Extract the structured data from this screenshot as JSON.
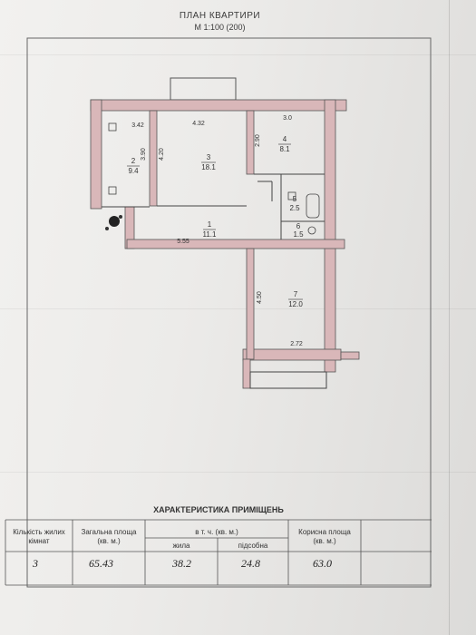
{
  "header": {
    "title": "ПЛАН КВАРТИРИ",
    "scale": "М 1:100 (200)"
  },
  "rooms": [
    {
      "id": "1",
      "area": "11.1"
    },
    {
      "id": "2",
      "area": "9.4"
    },
    {
      "id": "3",
      "area": "18.1"
    },
    {
      "id": "4",
      "area": "8.1"
    },
    {
      "id": "5",
      "area": "2.5"
    },
    {
      "id": "6",
      "area": "1.5"
    },
    {
      "id": "7",
      "area": "12.0"
    }
  ],
  "dimensions": {
    "d1": "3.42",
    "d2": "4.32",
    "d3": "3.0",
    "d4": "3.90",
    "d5": "4.20",
    "d6": "2.90",
    "d7": "5.55",
    "d8": "4.50",
    "d9": "2.72"
  },
  "table": {
    "caption": "ХАРАКТЕРИСТИКА ПРИМІЩЕНЬ",
    "col_rooms": "Кількість жилих кімнат",
    "col_total": "Загальна площа (кв. м.)",
    "col_incl": "в т. ч. (кв. м.)",
    "col_living": "жила",
    "col_aux": "підсобна",
    "col_useful": "Корисна площа (кв. м.)",
    "v_rooms": "3",
    "v_total": "65.43",
    "v_living": "38.2",
    "v_aux": "24.8",
    "v_useful": "63.0"
  }
}
